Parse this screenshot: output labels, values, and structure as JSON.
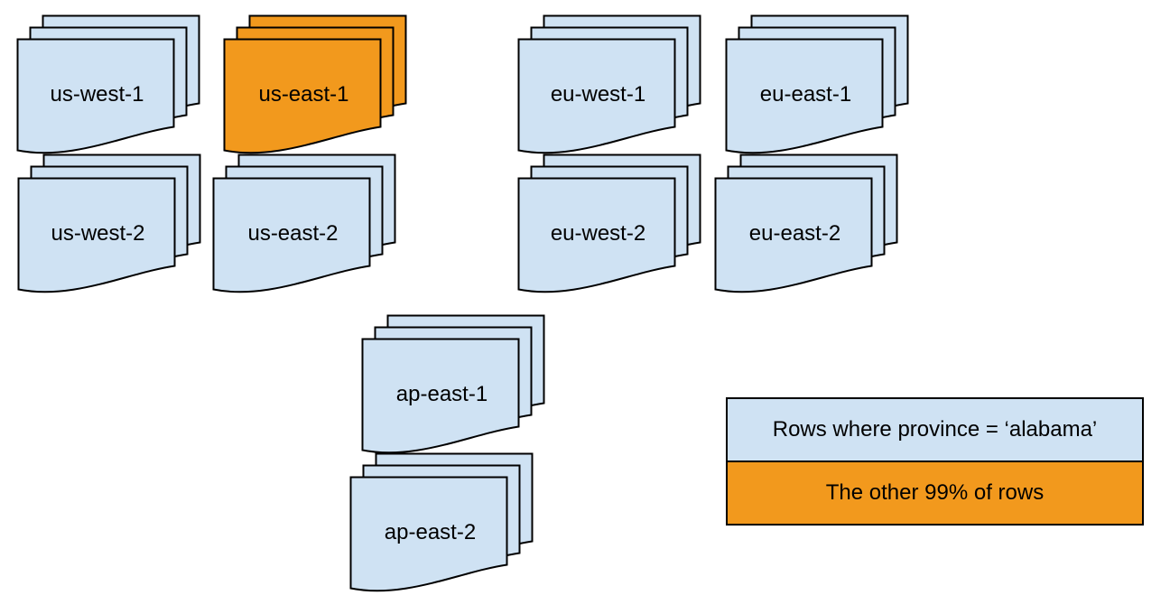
{
  "colors": {
    "region_fill": "#cfe2f3",
    "highlight_fill": "#f2991d",
    "outline": "#000000"
  },
  "stacks": [
    {
      "label": "us-west-1",
      "highlighted": false
    },
    {
      "label": "us-east-1",
      "highlighted": true
    },
    {
      "label": "eu-west-1",
      "highlighted": false
    },
    {
      "label": "eu-east-1",
      "highlighted": false
    },
    {
      "label": "us-west-2",
      "highlighted": false
    },
    {
      "label": "us-east-2",
      "highlighted": false
    },
    {
      "label": "eu-west-2",
      "highlighted": false
    },
    {
      "label": "eu-east-2",
      "highlighted": false
    },
    {
      "label": "ap-east-1",
      "highlighted": false
    },
    {
      "label": "ap-east-2",
      "highlighted": false
    }
  ],
  "legend": {
    "rows": [
      {
        "label": "Rows where province = ‘alabama’",
        "color": "#cfe2f3"
      },
      {
        "label": "The other 99% of rows",
        "color": "#f2991d"
      }
    ]
  }
}
